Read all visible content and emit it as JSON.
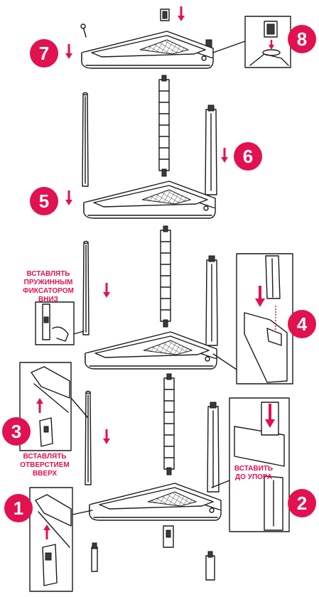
{
  "steps": [
    {
      "number": "1"
    },
    {
      "number": "2"
    },
    {
      "number": "3"
    },
    {
      "number": "4"
    },
    {
      "number": "5"
    },
    {
      "number": "6"
    },
    {
      "number": "7"
    },
    {
      "number": "8"
    }
  ],
  "notes": {
    "step2": [
      "ВСТАВИТЬ",
      "ДО УПОРА"
    ],
    "step3": [
      "ВСТАВЛЯТЬ",
      "ОТВЕРСТИЕМ",
      "ВВЕРХ"
    ],
    "step4": [
      "ВСТАВЛЯТЬ",
      "ПРУЖИННЫМ",
      "ФИКСАТОРОМ",
      "ВНИЗ"
    ]
  },
  "colors": {
    "accent": "#e2114f",
    "line": "#1a1a1a",
    "shelf_gray": "#9a9a9a"
  }
}
